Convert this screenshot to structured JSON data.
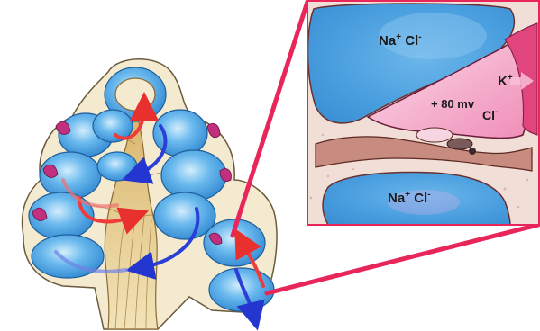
{
  "inset": {
    "top_label": "Na+ Cl-",
    "top_label_main": "Na",
    "top_label_sup1": "+",
    "top_label_mid": " Cl",
    "top_label_sup2": "-",
    "bottom_label_main": "Na",
    "bottom_label_sup1": "+",
    "bottom_label_mid": " Cl",
    "bottom_label_sup2": "-",
    "potential_label": "+ 80 mv",
    "k_label_main": "K",
    "k_label_sup": "+",
    "cl_label_main": "Cl",
    "cl_label_sup": "-"
  },
  "colors": {
    "scala_blue": "#4aa8e6",
    "scala_light": "#a8d8f6",
    "endolymph_pink": "#f4a6c6",
    "stria_magenta": "#e0457e",
    "bone_beige": "#f3ead0",
    "connector_red": "#e8265a",
    "arrow_red": "#ee3b3b",
    "arrow_blue": "#2b3fd6"
  }
}
